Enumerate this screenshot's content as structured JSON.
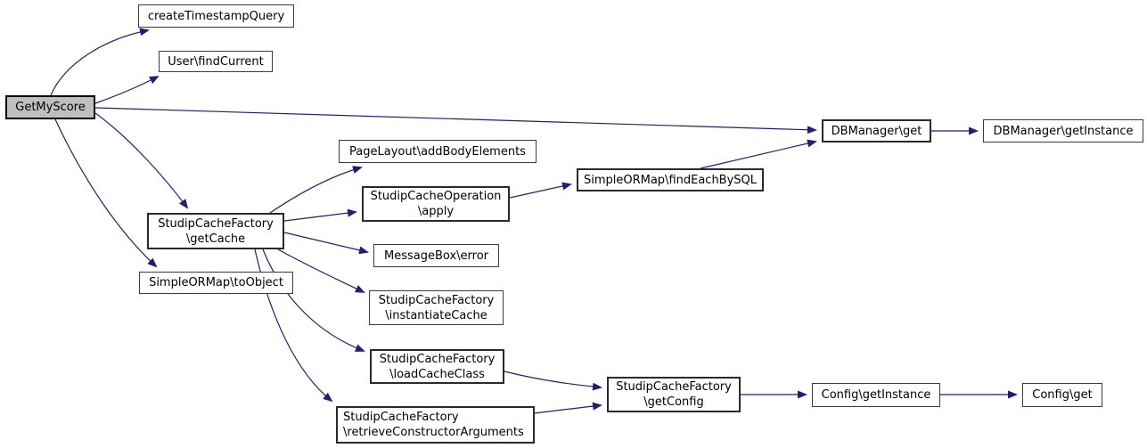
{
  "diagram": {
    "kind": "call-graph",
    "root_function": "GetMyScore",
    "colors": {
      "edge": "#1f1f7a",
      "node_fill": "#ffffff",
      "node_border": "#3c3c3c",
      "root_fill": "#bfbfbf",
      "background": "#ffffff"
    },
    "nodes": {
      "get_my_score": {
        "label": "GetMyScore"
      },
      "create_timestamp_query": {
        "label": "createTimestampQuery"
      },
      "user_find_current": {
        "label": "User\\findCurrent"
      },
      "db_manager_get": {
        "label": "DBManager\\get"
      },
      "db_manager_get_instance": {
        "label": "DBManager\\getInstance"
      },
      "page_layout_add_body_elements": {
        "label": "PageLayout\\addBodyElements"
      },
      "studip_cache_operation_apply": {
        "label": "StudipCacheOperation\n\\apply"
      },
      "simple_or_map_find_each_by_sql": {
        "label": "SimpleORMap\\findEachBySQL"
      },
      "message_box_error": {
        "label": "MessageBox\\error"
      },
      "studip_cache_factory_get_cache": {
        "label": "StudipCacheFactory\n\\getCache"
      },
      "simple_or_map_to_object": {
        "label": "SimpleORMap\\toObject"
      },
      "studip_cache_factory_instantiate_cache": {
        "label": "StudipCacheFactory\n\\instantiateCache"
      },
      "studip_cache_factory_load_cache_class": {
        "label": "StudipCacheFactory\n\\loadCacheClass"
      },
      "studip_cache_factory_retrieve_constructor_arguments": {
        "label": "StudipCacheFactory\n\\retrieveConstructorArguments"
      },
      "studip_cache_factory_get_config": {
        "label": "StudipCacheFactory\n\\getConfig"
      },
      "config_get_instance": {
        "label": "Config\\getInstance"
      },
      "config_get": {
        "label": "Config\\get"
      }
    },
    "edges": [
      {
        "from": "GetMyScore",
        "to": "createTimestampQuery"
      },
      {
        "from": "GetMyScore",
        "to": "User\\findCurrent"
      },
      {
        "from": "GetMyScore",
        "to": "DBManager\\get"
      },
      {
        "from": "GetMyScore",
        "to": "StudipCacheFactory\\getCache"
      },
      {
        "from": "GetMyScore",
        "to": "SimpleORMap\\toObject"
      },
      {
        "from": "StudipCacheFactory\\getCache",
        "to": "PageLayout\\addBodyElements"
      },
      {
        "from": "StudipCacheFactory\\getCache",
        "to": "StudipCacheOperation\\apply"
      },
      {
        "from": "StudipCacheFactory\\getCache",
        "to": "MessageBox\\error"
      },
      {
        "from": "StudipCacheFactory\\getCache",
        "to": "StudipCacheFactory\\instantiateCache"
      },
      {
        "from": "StudipCacheFactory\\getCache",
        "to": "StudipCacheFactory\\loadCacheClass"
      },
      {
        "from": "StudipCacheFactory\\getCache",
        "to": "StudipCacheFactory\\retrieveConstructorArguments"
      },
      {
        "from": "StudipCacheOperation\\apply",
        "to": "SimpleORMap\\findEachBySQL"
      },
      {
        "from": "SimpleORMap\\findEachBySQL",
        "to": "DBManager\\get"
      },
      {
        "from": "DBManager\\get",
        "to": "DBManager\\getInstance"
      },
      {
        "from": "StudipCacheFactory\\loadCacheClass",
        "to": "StudipCacheFactory\\getConfig"
      },
      {
        "from": "StudipCacheFactory\\retrieveConstructorArguments",
        "to": "StudipCacheFactory\\getConfig"
      },
      {
        "from": "StudipCacheFactory\\getConfig",
        "to": "Config\\getInstance"
      },
      {
        "from": "Config\\getInstance",
        "to": "Config\\get"
      }
    ]
  }
}
